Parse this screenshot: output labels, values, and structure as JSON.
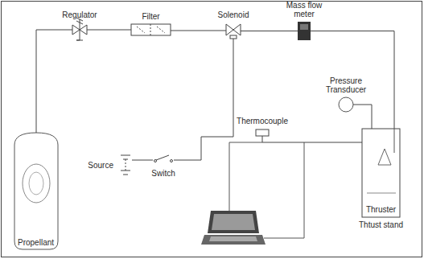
{
  "diagram": {
    "nodes": [
      {
        "text": [
          "Propellant"
        ]
      },
      {
        "text": [
          "Regulator"
        ]
      },
      {
        "text": [
          "Filter"
        ]
      },
      {
        "text": [
          "Solenoid"
        ]
      },
      {
        "text": [
          "Mass flow meter"
        ]
      },
      {
        "text": [
          "Pressure Transducer"
        ]
      },
      {
        "text": [
          "Thermocouple"
        ]
      },
      {
        "text": [
          "Source"
        ]
      },
      {
        "text": [
          "Switch"
        ]
      },
      {
        "text": [
          "Thruster",
          "Thtust stand"
        ]
      }
    ],
    "edges": [
      {
        "from": 0,
        "to": 1,
        "arrow": "none"
      },
      {
        "from": 1,
        "to": 2,
        "arrow": "none"
      },
      {
        "from": 2,
        "to": 3,
        "arrow": "none"
      },
      {
        "from": 3,
        "to": 4,
        "arrow": "none"
      },
      {
        "from": 4,
        "to": 9,
        "arrow": "none"
      },
      {
        "from": 3,
        "to": 8,
        "arrow": "none"
      },
      {
        "from": 8,
        "to": 7,
        "arrow": "none"
      },
      {
        "from": 6,
        "to": 9,
        "arrow": "none"
      },
      {
        "from": 5,
        "to": 9,
        "arrow": "none"
      }
    ]
  }
}
